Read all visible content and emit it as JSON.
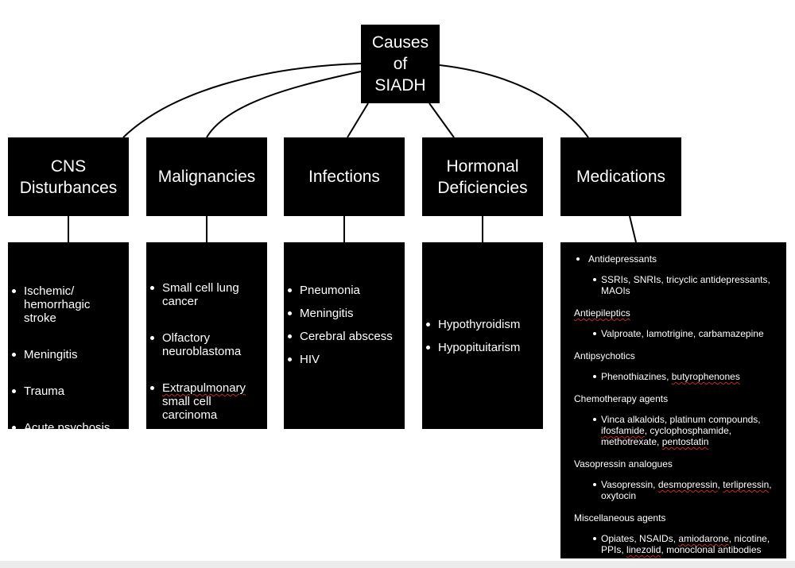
{
  "title": {
    "line1": "Causes",
    "line2": "of",
    "line3": "SIADH"
  },
  "categories": [
    {
      "label": "CNS\nDisturbances",
      "items": [
        "Ischemic/\nhemorrhagic\nstroke",
        "Meningitis",
        "Trauma",
        "Acute psychosis"
      ]
    },
    {
      "label": "Malignancies",
      "items": [
        "Small cell lung\ncancer",
        "Olfactory\nneuroblastoma",
        "Extrapulmonary\nsmall cell\ncarcinoma"
      ]
    },
    {
      "label": "Infections",
      "items": [
        "Pneumonia",
        "Meningitis",
        "Cerebral abscess",
        "HIV"
      ]
    },
    {
      "label": "Hormonal\nDeficiencies",
      "items": [
        "Hypothyroidism",
        "Hypopituitarism"
      ]
    },
    {
      "label": "Medications"
    }
  ],
  "medications": [
    {
      "heading": "Antidepressants",
      "detail": "SSRIs, SNRIs, tricyclic antidepressants, MAOIs"
    },
    {
      "heading": "Antiepileptics",
      "detail": "Valproate, lamotrigine, carbamazepine"
    },
    {
      "heading": "Antipsychotics",
      "detail": "Phenothiazines, butyrophenones"
    },
    {
      "heading": "Chemotherapy agents",
      "detail": "Vinca alkaloids, platinum compounds, ifosfamide, cyclophosphamide, methotrexate, pentostatin"
    },
    {
      "heading": "Vasopressin analogues",
      "detail": "Vasopressin, desmopressin, terlipressin, oxytocin"
    },
    {
      "heading": "Miscellaneous agents",
      "detail": "Opiates, NSAIDs, amiodarone, nicotine, PPIs, linezolid, monoclonal antibodies"
    }
  ]
}
